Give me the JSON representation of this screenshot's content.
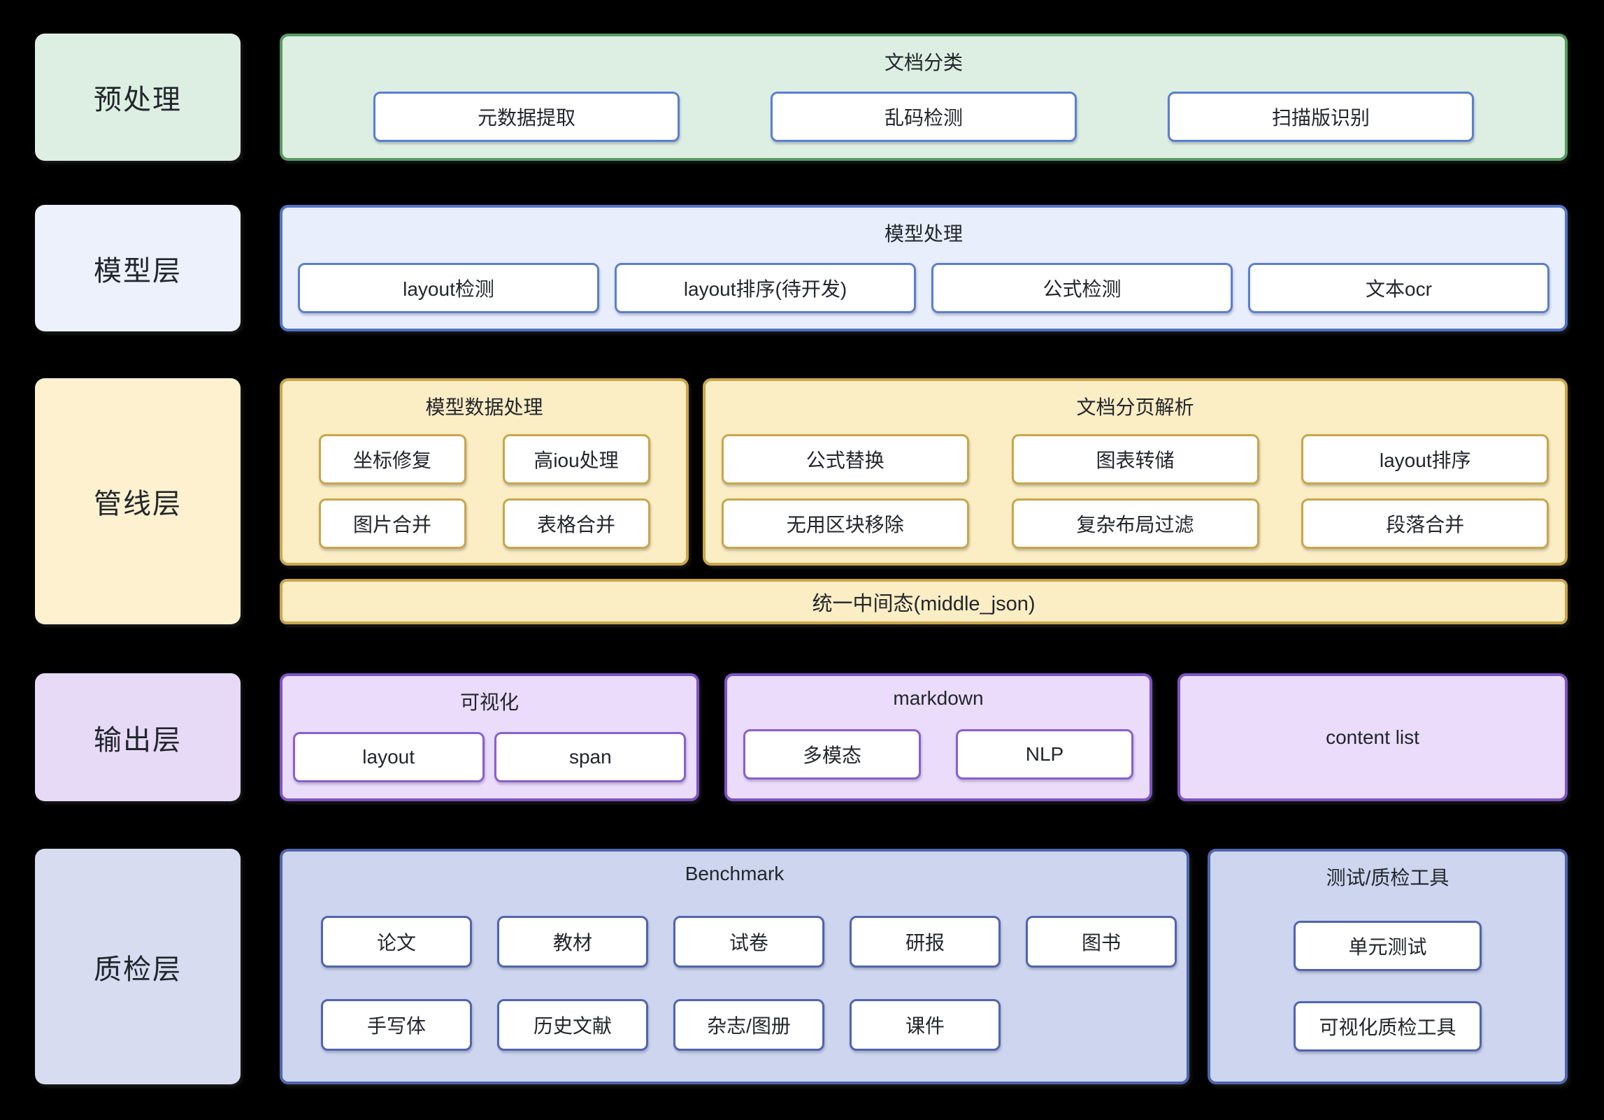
{
  "diagram": {
    "background": "#000000",
    "text_color": "#22262c",
    "colors": {
      "green": {
        "fill": "#ddefe2",
        "border": "#579b61"
      },
      "blue": {
        "fill": "#e8eefb",
        "border": "#5273c5",
        "item_border": "#5b7ed2"
      },
      "yellow": {
        "fill": "#fbedc4",
        "border": "#c9a64b"
      },
      "purple": {
        "fill": "#eadcfa",
        "border": "#7d53c6"
      },
      "indigo": {
        "fill": "#cdd5ef",
        "border": "#5065ad"
      },
      "node_fill": "#ffffff"
    },
    "rows": [
      {
        "label": "预处理",
        "groups": [
          {
            "title": "文档分类",
            "items": [
              "元数据提取",
              "乱码检测",
              "扫描版识别"
            ]
          }
        ]
      },
      {
        "label": "模型层",
        "groups": [
          {
            "title": "模型处理",
            "items": [
              "layout检测",
              "layout排序(待开发)",
              "公式检测",
              "文本ocr"
            ]
          }
        ]
      },
      {
        "label": "管线层",
        "groups": [
          {
            "title": "模型数据处理",
            "row1": [
              "坐标修复",
              "高iou处理"
            ],
            "row2": [
              "图片合并",
              "表格合并"
            ]
          },
          {
            "title": "文档分页解析",
            "row1": [
              "公式替换",
              "图表转储",
              "layout排序"
            ],
            "row2": [
              "无用区块移除",
              "复杂布局过滤",
              "段落合并"
            ]
          }
        ],
        "bar": "统一中间态(middle_json)"
      },
      {
        "label": "输出层",
        "groups": [
          {
            "title": "可视化",
            "items": [
              "layout",
              "span"
            ]
          },
          {
            "title": "markdown",
            "items": [
              "多模态",
              "NLP"
            ]
          },
          {
            "title": "content list",
            "items": []
          }
        ]
      },
      {
        "label": "质检层",
        "groups": [
          {
            "title": "Benchmark",
            "row1": [
              "论文",
              "教材",
              "试卷",
              "研报",
              "图书"
            ],
            "row2": [
              "手写体",
              "历史文献",
              "杂志/图册",
              "课件"
            ]
          },
          {
            "title": "测试/质检工具",
            "row1": [
              "单元测试"
            ],
            "row2": [
              "可视化质检工具"
            ]
          }
        ]
      }
    ]
  }
}
